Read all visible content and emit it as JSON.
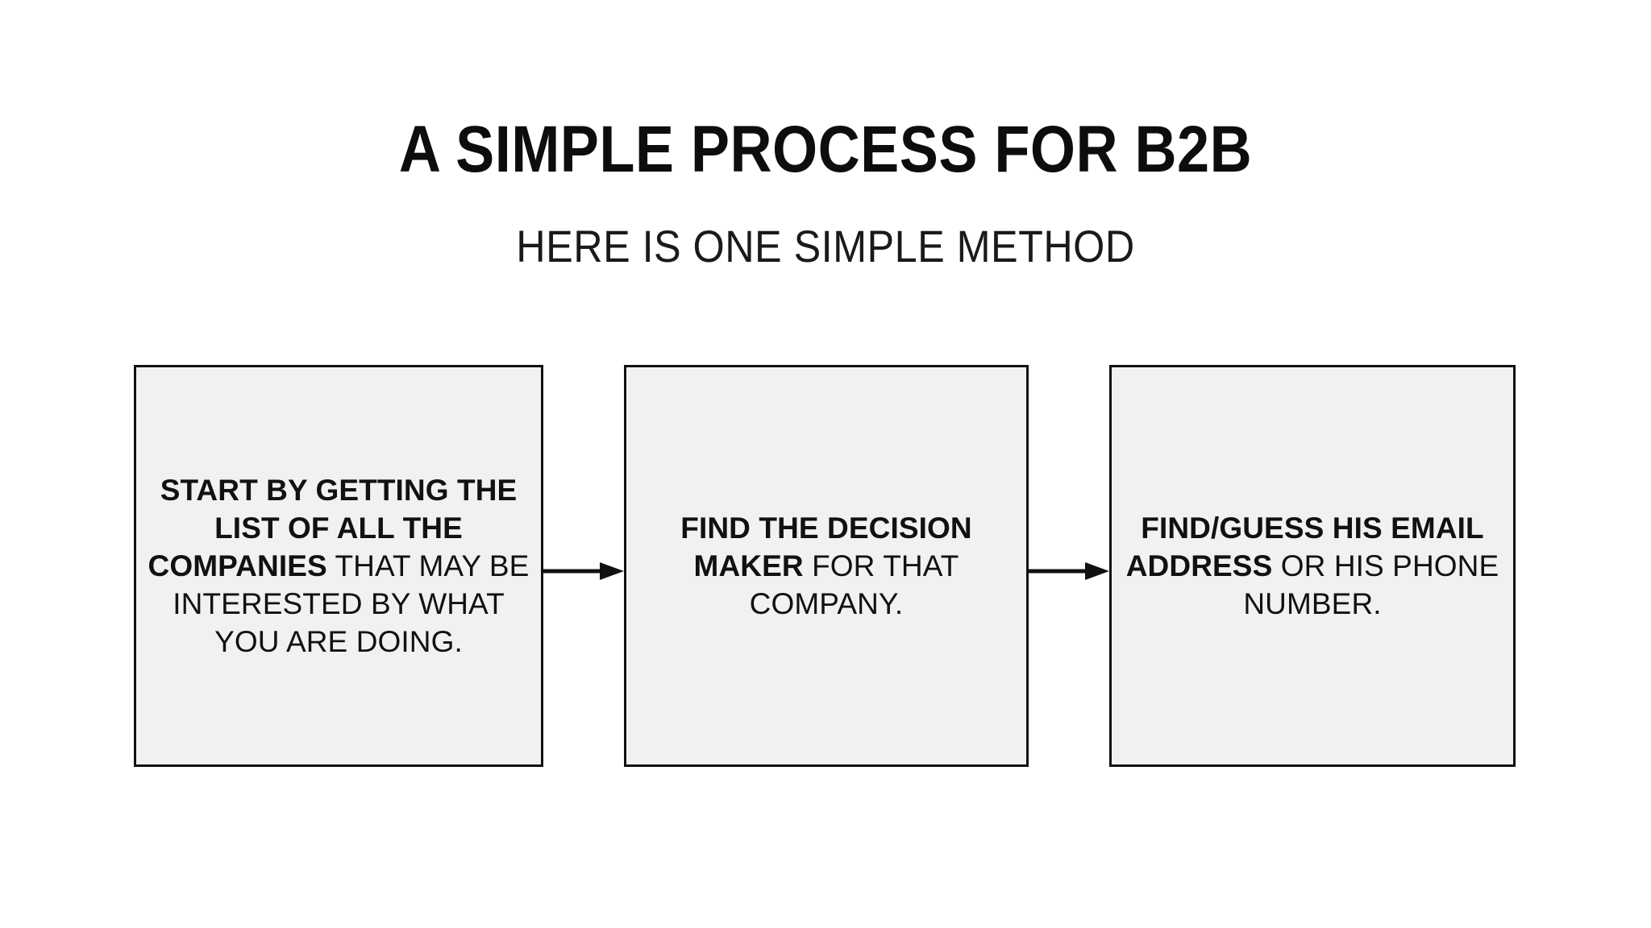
{
  "slide": {
    "background_color": "#ffffff",
    "title": "A SIMPLE PROCESS FOR B2B",
    "subtitle": "HERE IS ONE SIMPLE METHOD"
  },
  "theme": {
    "text_color": "#111111",
    "box_fill": "#f1f1f1",
    "box_border": "#111111",
    "arrow_color": "#111111"
  },
  "flow": {
    "arrow_icon_name": "arrow-right-icon",
    "steps": [
      {
        "index": 1,
        "emphasis": "START BY GETTING THE LIST OF ALL THE COMPANIES",
        "rest": " THAT MAY BE INTERESTED BY WHAT YOU ARE DOING.",
        "full_text": "START BY GETTING THE LIST OF ALL THE COMPANIES THAT MAY BE INTERESTED BY WHAT YOU ARE DOING."
      },
      {
        "index": 2,
        "emphasis": "FIND THE DECISION MAKER",
        "rest": " FOR THAT COMPANY.",
        "full_text": "FIND THE DECISION MAKER FOR THAT COMPANY."
      },
      {
        "index": 3,
        "emphasis": "FIND/GUESS HIS EMAIL ADDRESS",
        "rest": " OR HIS PHONE NUMBER.",
        "full_text": "FIND/GUESS HIS EMAIL ADDRESS OR HIS PHONE NUMBER."
      }
    ],
    "connectors": [
      {
        "from": 1,
        "to": 2,
        "direction": "right"
      },
      {
        "from": 2,
        "to": 3,
        "direction": "right"
      }
    ]
  }
}
